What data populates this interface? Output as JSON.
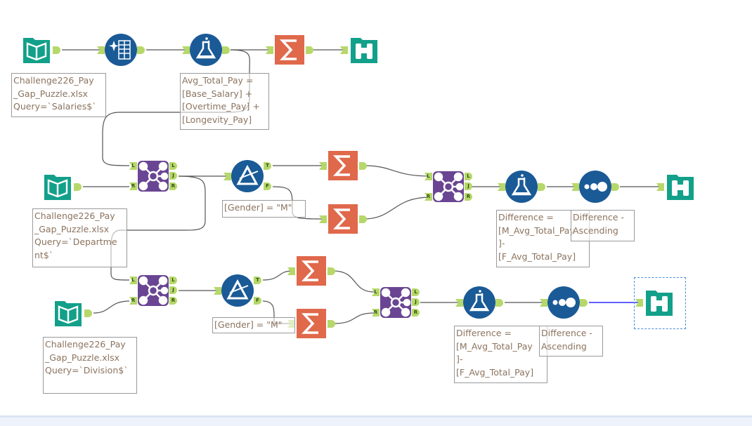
{
  "colors": {
    "input": "#13a08a",
    "browse": "#13a08a",
    "formula": "#1a5a96",
    "summarize": "#e0684b",
    "join": "#6a4593",
    "filter": "#1a5a96",
    "sort": "#1a5a96",
    "anchor": "#b6d86a",
    "selected_wire": "#0000ff"
  },
  "tools": [
    {
      "type": "input",
      "icon": "book-icon"
    },
    {
      "type": "autofield",
      "icon": "sparkle-grid-icon"
    },
    {
      "type": "formula",
      "icon": "flask-icon"
    },
    {
      "type": "summarize",
      "icon": "sigma-icon"
    },
    {
      "type": "browse",
      "icon": "binoculars-icon"
    },
    {
      "type": "join",
      "icon": "join-icon"
    },
    {
      "type": "input",
      "icon": "book-icon"
    },
    {
      "type": "filter",
      "icon": "filter-icon"
    },
    {
      "type": "summarize",
      "icon": "sigma-icon"
    },
    {
      "type": "summarize",
      "icon": "sigma-icon"
    },
    {
      "type": "join",
      "icon": "join-icon"
    },
    {
      "type": "formula",
      "icon": "flask-icon"
    },
    {
      "type": "sort",
      "icon": "sort-icon"
    },
    {
      "type": "browse",
      "icon": "binoculars-icon"
    },
    {
      "type": "join",
      "icon": "join-icon"
    },
    {
      "type": "input",
      "icon": "book-icon"
    },
    {
      "type": "filter",
      "icon": "filter-icon"
    },
    {
      "type": "summarize",
      "icon": "sigma-icon"
    },
    {
      "type": "summarize",
      "icon": "sigma-icon"
    },
    {
      "type": "join",
      "icon": "join-icon"
    },
    {
      "type": "formula",
      "icon": "flask-icon"
    },
    {
      "type": "sort",
      "icon": "sort-icon"
    },
    {
      "type": "browse",
      "icon": "binoculars-icon",
      "selected": true
    }
  ],
  "anchor_labels": {
    "left": "L",
    "join": "J",
    "right": "R",
    "true": "T",
    "false": "F"
  },
  "annotations": [
    "Challenge226_Pay\n_Gap_Puzzle.xlsx\nQuery=`Salaries$`",
    "Avg_Total_Pay =\n[Base_Salary] +\n[Overtime_Pay] +\n[Longevity_Pay]",
    "Challenge226_Pay\n_Gap_Puzzle.xlsx\nQuery=`Departme\nnt$`",
    "[Gender] = \"M\"",
    "Difference =\n[M_Avg_Total_Pay\n]-\n[F_Avg_Total_Pay]",
    "Difference -\nAscending",
    "Challenge226_Pay\n_Gap_Puzzle.xlsx\nQuery=`Division$`",
    "[Gender] = \"M\"",
    "Difference =\n[M_Avg_Total_Pay\n]-\n[F_Avg_Total_Pay]",
    "Difference -\nAscending"
  ]
}
